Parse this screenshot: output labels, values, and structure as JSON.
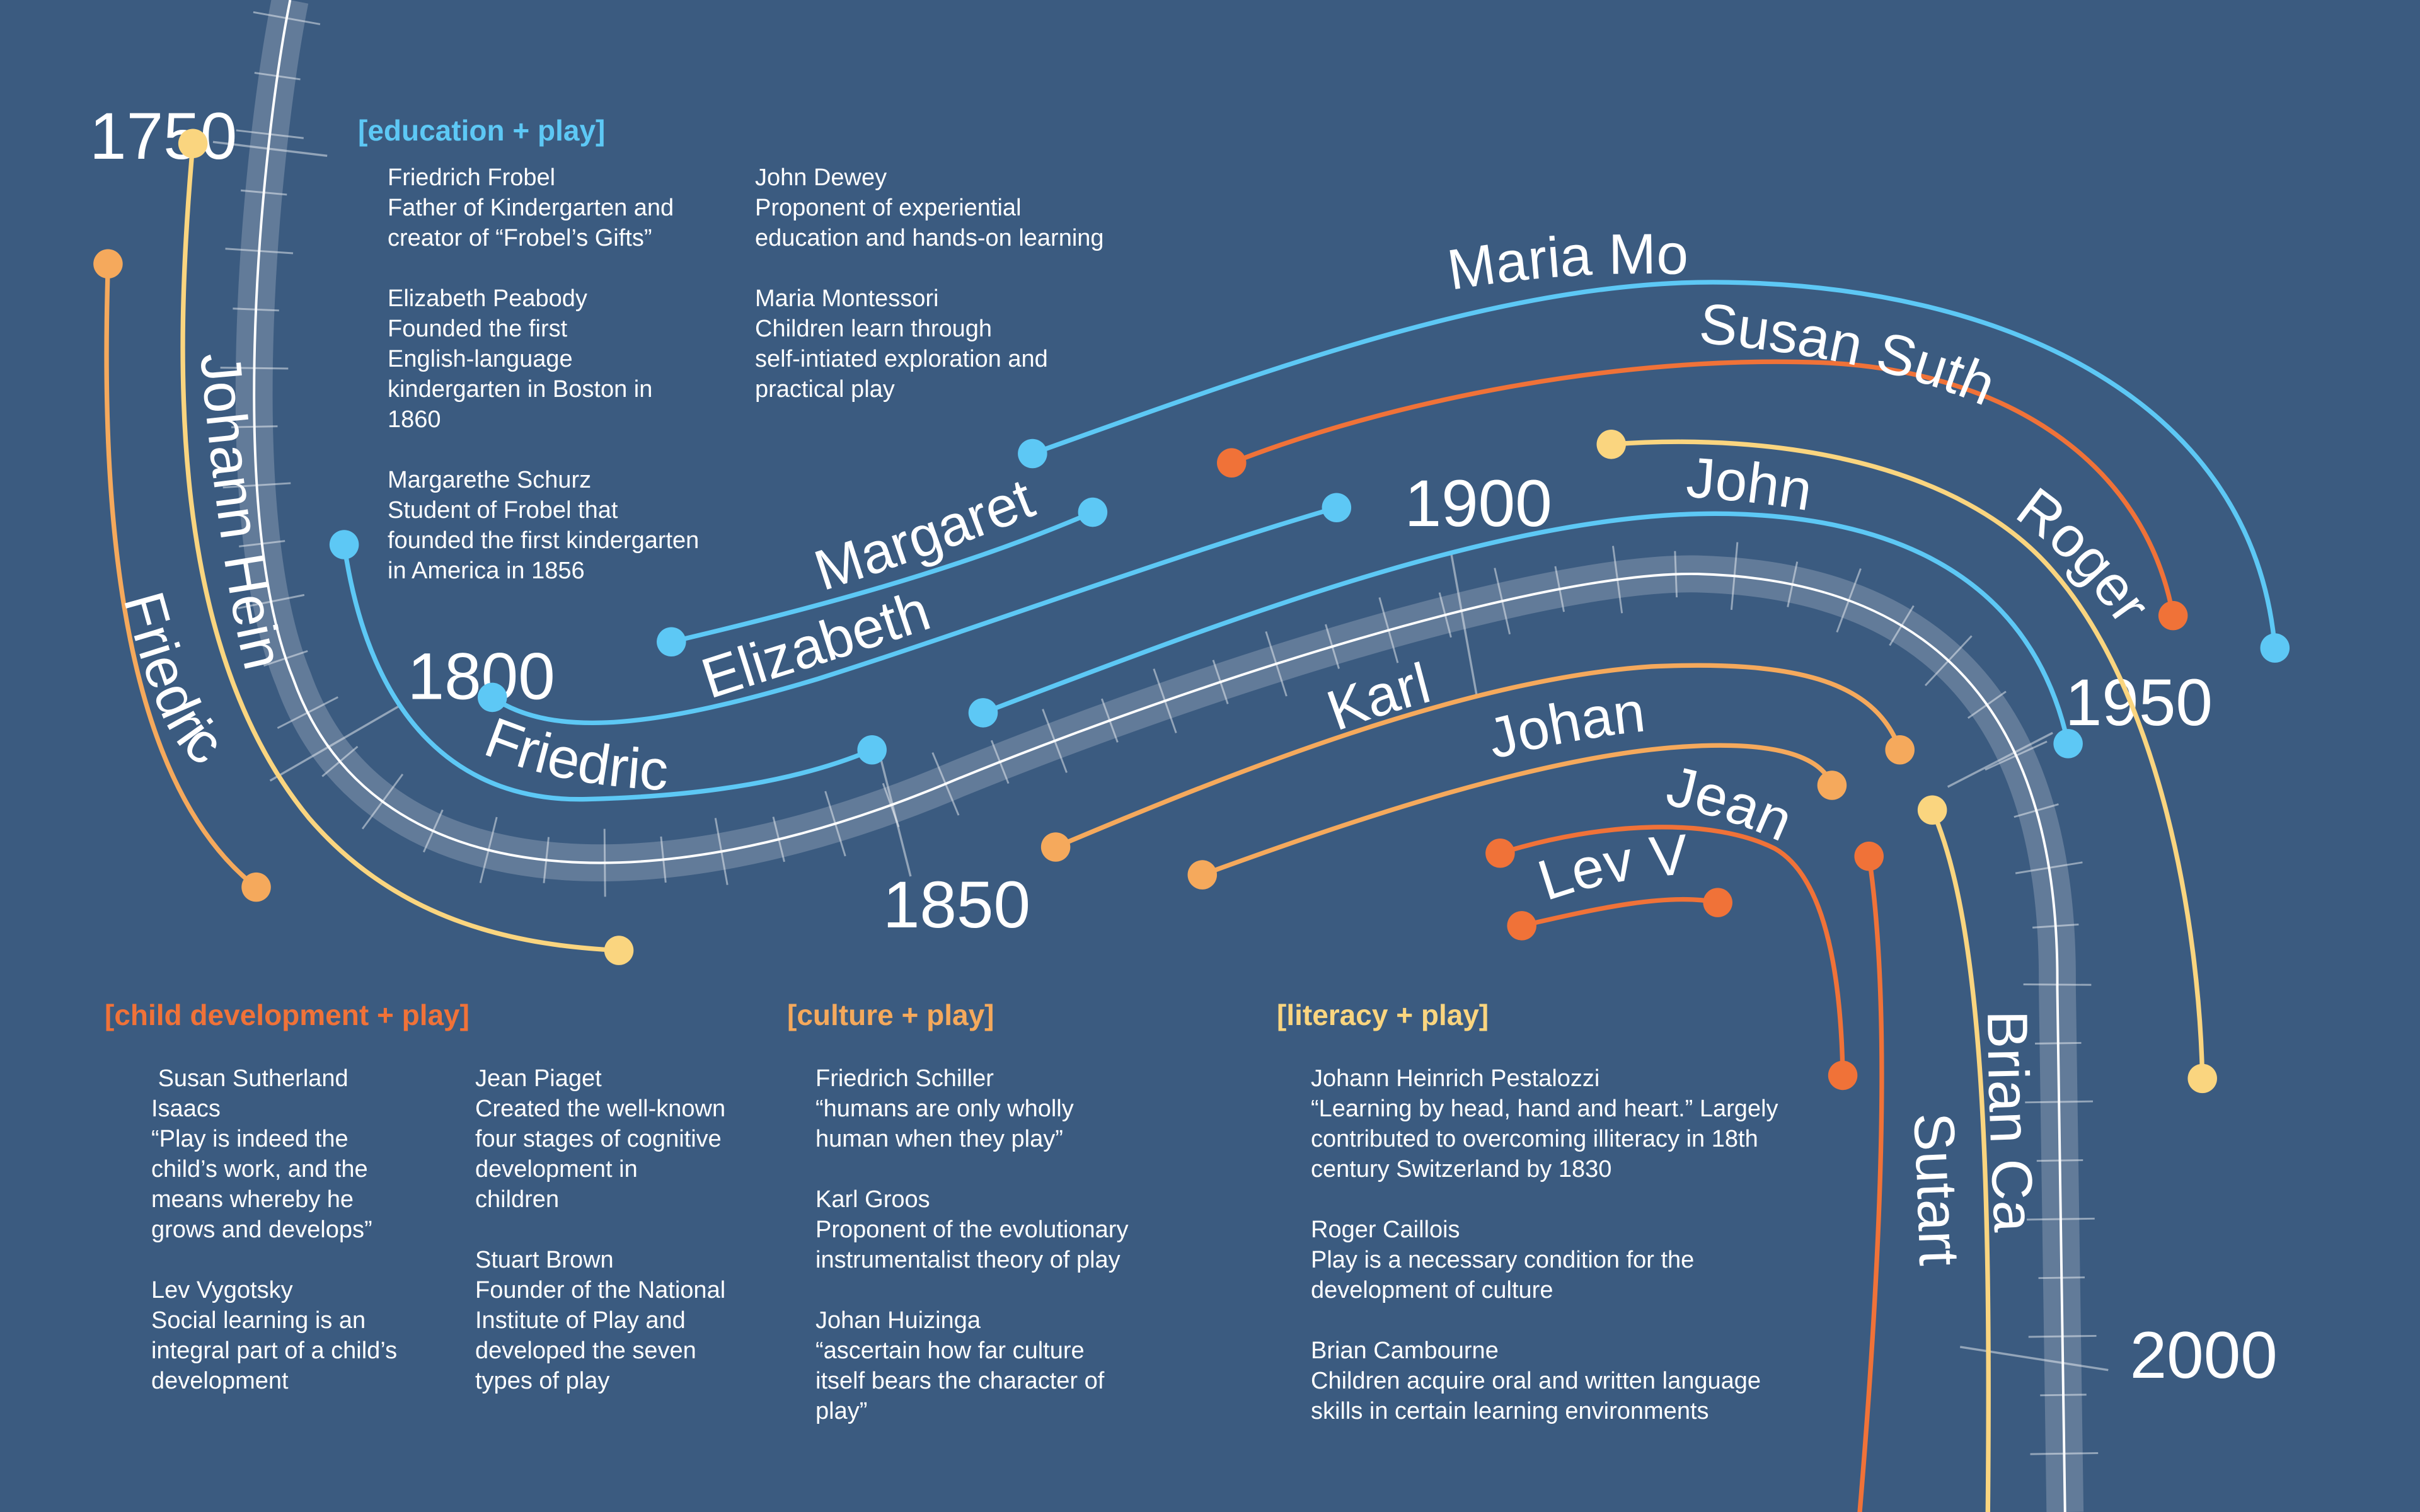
{
  "colors": {
    "background": "#3B5B80",
    "education": "#5DC8F5",
    "child_development": "#F07238",
    "culture": "#F5A95C",
    "literacy": "#FAD57F",
    "timeline": "#ffffff"
  },
  "years": [
    "1750",
    "1800",
    "1850",
    "1900",
    "1950",
    "2000"
  ],
  "people_labels": {
    "friedrich_schiller": "Friedrich Schiller",
    "pestalozzi": "Johann Heinrich Pestalozzi",
    "frobel": "Friedrich Frobel",
    "peabody": "Elizabeth Peabody",
    "schurz": "Margarethe Schurz",
    "montessori": "Maria Montessori",
    "isaacs": "Susan Sutherland Isaacs",
    "caillois": "Roger Caillois",
    "dewey": "John Dewey",
    "groos": "Karl Groos",
    "huizinga": "Johan Huizinga",
    "piaget": "Jean Piaget",
    "vygotsky": "Lev Vygotsky",
    "cambourne": "Brian Cambourne",
    "brown": "Sutart Brown"
  },
  "education": {
    "heading": "[education + play]",
    "col1": [
      {
        "name": "Friedrich Frobel",
        "desc": "Father of Kindergarten and\ncreator of “Frobel’s Gifts”"
      },
      {
        "name": "Elizabeth Peabody",
        "desc": "Founded the first\nEnglish-language\nkindergarten in Boston in\n1860"
      },
      {
        "name": "Margarethe Schurz",
        "desc": "Student of Frobel that\nfounded the first kindergarten\nin America in 1856"
      }
    ],
    "col2": [
      {
        "name": "John Dewey",
        "desc": "Proponent of experiential\neducation and hands-on learning"
      },
      {
        "name": "Maria Montessori",
        "desc": "Children learn through\nself-intiated exploration and\npractical play"
      }
    ]
  },
  "child_development": {
    "heading": "[child development + play]",
    "col1": [
      {
        "name": " Susan Sutherland\nIsaacs",
        "desc": "“Play is indeed the\nchild’s work, and the\nmeans whereby he\ngrows and develops”"
      },
      {
        "name": "Lev Vygotsky",
        "desc": "Social learning is an\nintegral part of a child’s\ndevelopment"
      }
    ],
    "col2": [
      {
        "name": "Jean Piaget",
        "desc": "Created the well-known\nfour stages of cognitive\ndevelopment in\nchildren"
      },
      {
        "name": "Stuart Brown",
        "desc": "Founder of the National\nInstitute of Play and\ndeveloped the seven\ntypes of play"
      }
    ]
  },
  "culture": {
    "heading": "[culture + play]",
    "col1": [
      {
        "name": "Friedrich Schiller",
        "desc": "“humans are only wholly\nhuman when they play”"
      },
      {
        "name": "Karl Groos",
        "desc": "Proponent of the evolutionary\ninstrumentalist theory of play"
      },
      {
        "name": "Johan Huizinga",
        "desc": "“ascertain how far culture\nitself bears the character of\nplay”"
      }
    ]
  },
  "literacy": {
    "heading": "[literacy + play]",
    "col1": [
      {
        "name": "Johann Heinrich Pestalozzi",
        "desc": "“Learning by head, hand and heart.” Largely\ncontributed to overcoming illiteracy in 18th\ncentury Switzerland by 1830"
      },
      {
        "name": "Roger Caillois",
        "desc": "Play is a necessary condition for the\ndevelopment of culture"
      },
      {
        "name": "Brian Cambourne",
        "desc": "Children acquire oral and written language\nskills in certain learning environments"
      }
    ]
  }
}
